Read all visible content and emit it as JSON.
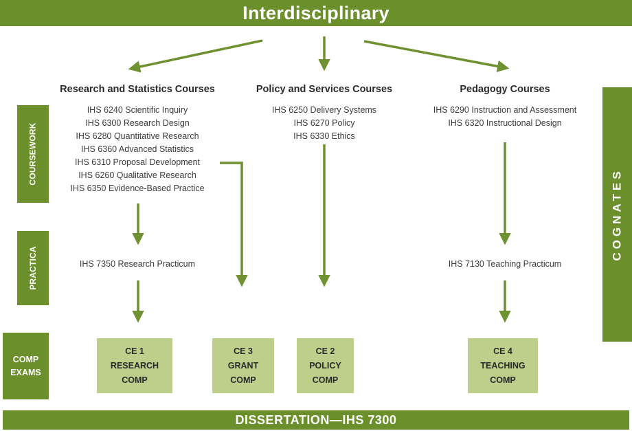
{
  "title": "Interdisciplinary",
  "bottom": "DISSERTATION—IHS 7300",
  "side_labels": {
    "coursework": "COURSEWORK",
    "practica": "PRACTICA",
    "comp_line1": "COMP",
    "comp_line2": "EXAMS",
    "cognates": "COGNATES"
  },
  "columns": [
    {
      "title": "Research and Statistics Courses",
      "courses": [
        "IHS 6240 Scientific Inquiry",
        "IHS 6300 Research Design",
        "IHS 6280 Quantitative Research",
        "IHS 6360 Advanced Statistics",
        "IHS 6310 Proposal Development",
        "IHS 6260 Qualitative Research",
        "IHS 6350 Evidence-Based Practice"
      ],
      "practicum": "IHS 7350 Research Practicum"
    },
    {
      "title": "Policy and Services Courses",
      "courses": [
        "IHS 6250 Delivery Systems",
        "IHS 6270 Policy",
        "IHS 6330 Ethics"
      ]
    },
    {
      "title": "Pedagogy Courses",
      "courses": [
        "IHS 6290 Instruction and Assessment",
        "IHS 6320 Instructional Design"
      ],
      "practicum": "IHS 7130 Teaching Practicum"
    }
  ],
  "exams": [
    {
      "line1": "CE 1",
      "line2": "RESEARCH",
      "line3": "COMP"
    },
    {
      "line1": "CE 3",
      "line2": "GRANT",
      "line3": "COMP"
    },
    {
      "line1": "CE 2",
      "line2": "POLICY",
      "line3": "COMP"
    },
    {
      "line1": "CE 4",
      "line2": "TEACHING",
      "line3": "COMP"
    }
  ],
  "colors": {
    "dark_green": "#6b8f2a",
    "light_green": "#bdcf8b",
    "arrow_green": "#6f9131"
  }
}
